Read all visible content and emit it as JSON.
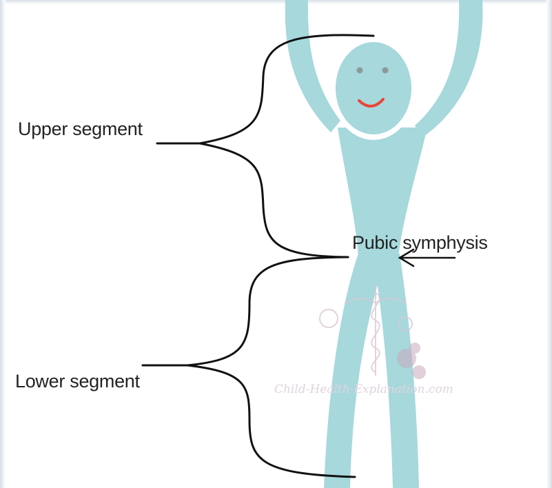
{
  "diagram": {
    "labels": {
      "upper": "Upper segment",
      "pubic": "Pubic symphysis",
      "lower": "Lower segment"
    },
    "watermark": "Child-Health-Explanation.com",
    "colors": {
      "figure": "#a6d8dc",
      "bracket": "#111111",
      "smile": "#e8473a",
      "eyes": "#8a9a9c",
      "watermark": "#e2d4de"
    }
  }
}
